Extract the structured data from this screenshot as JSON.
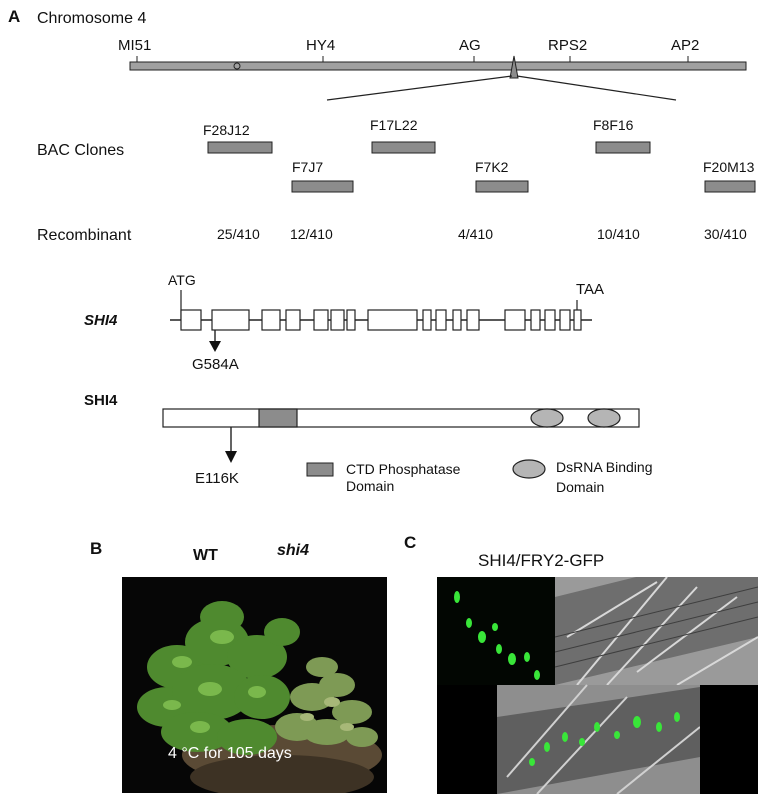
{
  "panel_a": {
    "letter": "A",
    "chromosome_title": "Chromosome 4",
    "markers": [
      "MI51",
      "HY4",
      "AG",
      "RPS2",
      "AP2"
    ],
    "bac_label": "BAC Clones",
    "bac_clones": [
      "F28J12",
      "F17L22",
      "F8F16",
      "F7J7",
      "F7K2",
      "F20M13"
    ],
    "recombinant_label": "Recombinant",
    "recombinants": [
      "25/410",
      "12/410",
      "4/410",
      "10/410",
      "30/410"
    ],
    "gene_label": "SHI4",
    "start_codon": "ATG",
    "stop_codon": "TAA",
    "gene_mutation": "G584A",
    "protein_label": "SHI4",
    "protein_mutation": "E116K",
    "legend": {
      "ctd_line1": "CTD Phosphatase",
      "ctd_line2": "Domain",
      "ds_line1": "DsRNA Binding",
      "ds_line2": "Domain"
    },
    "colors": {
      "domain_fill": "#8c8c8c",
      "chromosome_fill": "#a0a0a0"
    }
  },
  "panel_b": {
    "letter": "B",
    "wt_label": "WT",
    "mutant_label": "shi4",
    "caption": "4 °C for 105 days"
  },
  "panel_c": {
    "letter": "C",
    "title": "SHI4/FRY2-GFP",
    "colors": {
      "gfp": "#39e639"
    }
  }
}
